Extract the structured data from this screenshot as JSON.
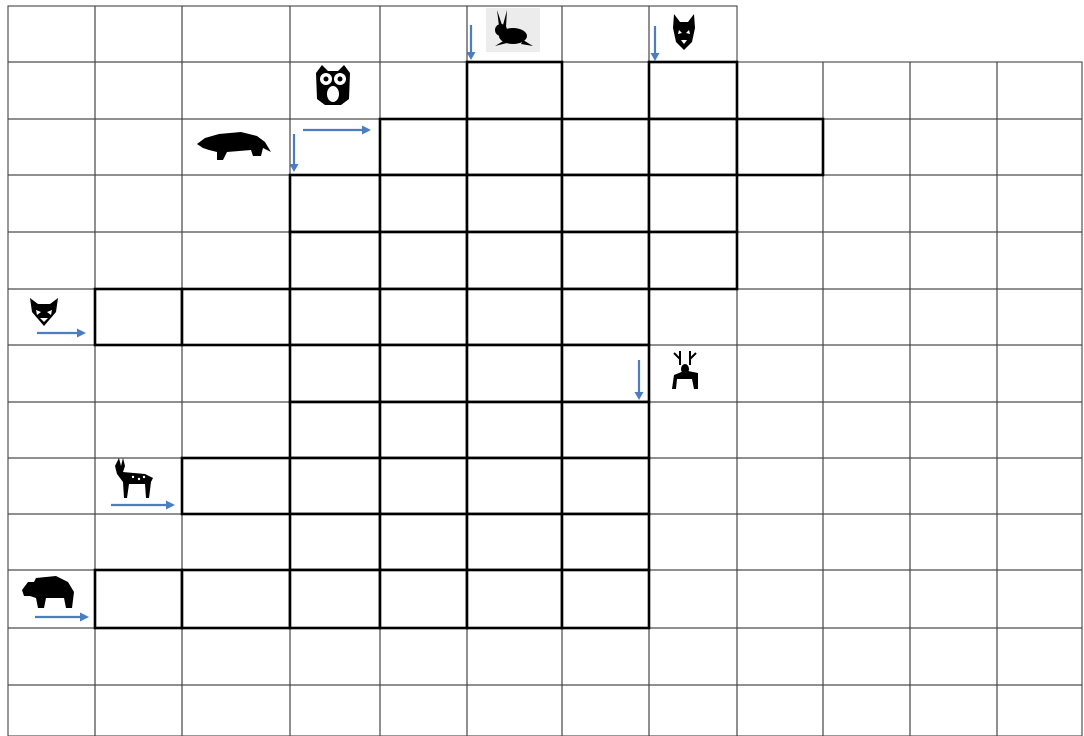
{
  "puzzle": {
    "colors": {
      "background": "#ffffff",
      "grid_thin": "#444444",
      "grid_bold": "#000000",
      "arrow": "#4a7dc2",
      "icon": "#000000"
    },
    "rows": 13,
    "cols": 12,
    "answer_cells": [
      [
        1,
        5
      ],
      [
        1,
        7
      ],
      [
        2,
        4
      ],
      [
        2,
        5
      ],
      [
        2,
        6
      ],
      [
        2,
        7
      ],
      [
        2,
        8
      ],
      [
        3,
        3
      ],
      [
        3,
        4
      ],
      [
        3,
        5
      ],
      [
        3,
        6
      ],
      [
        3,
        7
      ],
      [
        4,
        3
      ],
      [
        4,
        4
      ],
      [
        4,
        5
      ],
      [
        4,
        6
      ],
      [
        4,
        7
      ],
      [
        5,
        1
      ],
      [
        5,
        2
      ],
      [
        5,
        3
      ],
      [
        5,
        4
      ],
      [
        5,
        5
      ],
      [
        5,
        6
      ],
      [
        6,
        3
      ],
      [
        6,
        4
      ],
      [
        6,
        5
      ],
      [
        6,
        6
      ],
      [
        7,
        3
      ],
      [
        7,
        4
      ],
      [
        7,
        5
      ],
      [
        7,
        6
      ],
      [
        8,
        2
      ],
      [
        8,
        3
      ],
      [
        8,
        4
      ],
      [
        8,
        5
      ],
      [
        8,
        6
      ],
      [
        9,
        3
      ],
      [
        9,
        4
      ],
      [
        9,
        5
      ],
      [
        9,
        6
      ],
      [
        10,
        1
      ],
      [
        10,
        2
      ],
      [
        10,
        3
      ],
      [
        10,
        4
      ],
      [
        10,
        5
      ],
      [
        10,
        6
      ]
    ],
    "clues": [
      {
        "animal": "hare",
        "icon": "hare-icon",
        "direction": "down",
        "row": 0,
        "col": 5
      },
      {
        "animal": "wolf",
        "icon": "wolf-icon",
        "direction": "down",
        "row": 0,
        "col": 7
      },
      {
        "animal": "owl",
        "icon": "owl-icon",
        "direction": "right",
        "row": 1,
        "col": 3
      },
      {
        "animal": "boar",
        "icon": "boar-icon",
        "direction": "down",
        "row": 2,
        "col": 2
      },
      {
        "animal": "fox",
        "icon": "fox-icon",
        "direction": "right",
        "row": 5,
        "col": 0
      },
      {
        "animal": "deer",
        "icon": "elk-icon",
        "direction": "down",
        "row": 6,
        "col": 7
      },
      {
        "animal": "fawn",
        "icon": "fawn-icon",
        "direction": "right",
        "row": 8,
        "col": 1
      },
      {
        "animal": "bear",
        "icon": "bear-icon",
        "direction": "right",
        "row": 10,
        "col": 0
      }
    ]
  }
}
